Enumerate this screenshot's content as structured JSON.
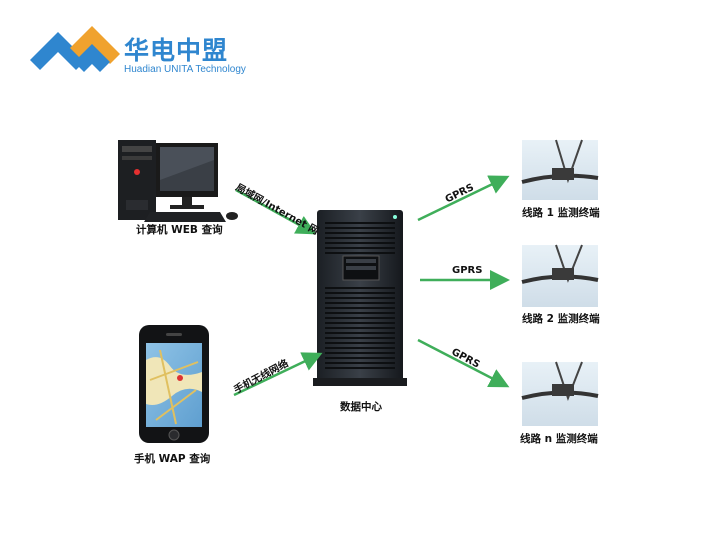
{
  "logo": {
    "name_cn": "华电中盟",
    "name_en": "Huadian UNITA Technology",
    "colors": {
      "blue": "#2f86cf",
      "orange": "#f0a22e"
    }
  },
  "diagram": {
    "nodes": {
      "pc_label": "计算机 WEB 查询",
      "phone_label": "手机 WAP 查询",
      "center_label": "数据中心",
      "terminals": [
        {
          "label": "线路 1 监测终端"
        },
        {
          "label": "线路 2 监测终端"
        },
        {
          "label": "线路 n 监测终端"
        }
      ]
    },
    "links": {
      "pc_link": "局域网/Internet 网",
      "phone_link": "手机无线网络",
      "gprs": [
        "GPRS",
        "GPRS",
        "GPRS"
      ]
    },
    "colors": {
      "arrow": "#3fae5a"
    }
  }
}
